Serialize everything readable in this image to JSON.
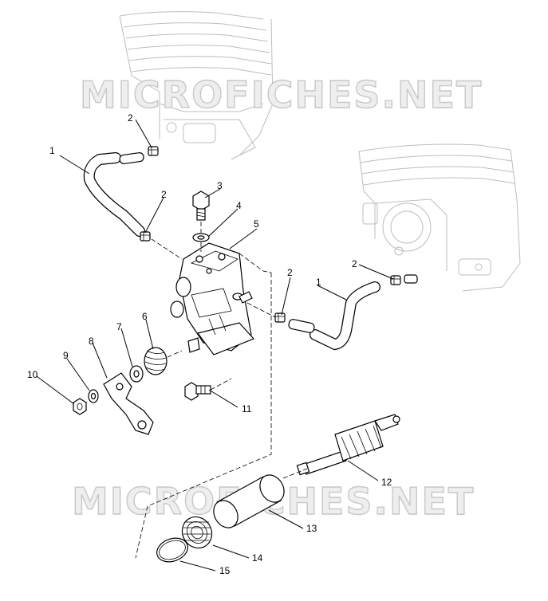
{
  "watermarks": [
    "MICROFICHES.NET",
    "MICROFICHES.NET"
  ],
  "callouts": [
    {
      "id": "c1a",
      "label": "1"
    },
    {
      "id": "c1b",
      "label": "1"
    },
    {
      "id": "c2a",
      "label": "2"
    },
    {
      "id": "c2b",
      "label": "2"
    },
    {
      "id": "c2c",
      "label": "2"
    },
    {
      "id": "c2d",
      "label": "2"
    },
    {
      "id": "c3",
      "label": "3"
    },
    {
      "id": "c4",
      "label": "4"
    },
    {
      "id": "c5",
      "label": "5"
    },
    {
      "id": "c6",
      "label": "6"
    },
    {
      "id": "c7",
      "label": "7"
    },
    {
      "id": "c8",
      "label": "8"
    },
    {
      "id": "c9",
      "label": "9"
    },
    {
      "id": "c10",
      "label": "10"
    },
    {
      "id": "c11",
      "label": "11"
    },
    {
      "id": "c12",
      "label": "12"
    },
    {
      "id": "c13",
      "label": "13"
    },
    {
      "id": "c14",
      "label": "14"
    },
    {
      "id": "c15",
      "label": "15"
    }
  ]
}
